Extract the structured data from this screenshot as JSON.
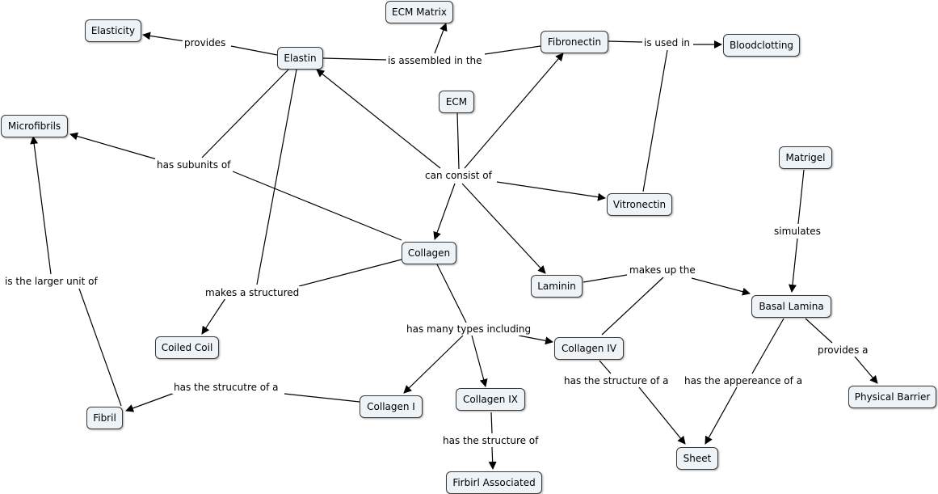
{
  "concepts": {
    "ecm_matrix": "ECM Matrix",
    "elasticity": "Elasticity",
    "elastin": "Elastin",
    "fibronectin": "Fibronectin",
    "bloodclotting": "Bloodclotting",
    "ecm": "ECM",
    "microfibrils": "Microfibrils",
    "matrigel": "Matrigel",
    "vitronectin": "Vitronectin",
    "collagen": "Collagen",
    "laminin": "Laminin",
    "basal_lamina": "Basal Lamina",
    "coiled_coil": "Coiled Coil",
    "collagen_iv": "Collagen IV",
    "physical_barrier": "Physical Barrier",
    "collagen_i": "Collagen I",
    "collagen_ix": "Collagen IX",
    "fibril": "Fibril",
    "sheet": "Sheet",
    "firbirl_associated": "Firbirl Associated"
  },
  "linking_phrases": {
    "provides": "provides",
    "is_assembled_in_the": "is assembled in the",
    "is_used_in": "is used in",
    "has_subunits_of": "has subunits of",
    "can_consist_of": "can consist of",
    "simulates": "simulates",
    "is_the_larger_unit_of": "is the larger unit of",
    "makes_up_the": "makes up the",
    "makes_a_structured": "makes a structured",
    "has_many_types_including": "has many types including",
    "provides_a": "provides a",
    "has_the_structure_of_a": "has the structure of a",
    "has_the_appereance_of_a": "has the appereance of a",
    "has_the_strucutre_of_a": "has the strucutre of a",
    "has_the_structure_of": "has the structure of"
  }
}
